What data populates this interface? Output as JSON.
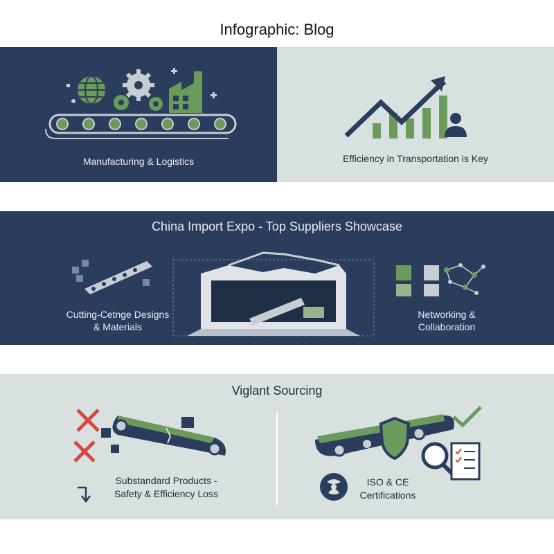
{
  "title": "Infographic: Blog",
  "top": {
    "left_label": "Manufacturing & Logistics",
    "right_label": "Efficiency in Transportation is Key"
  },
  "middle": {
    "title": "China Import Expo - Top Suppliers Showcase",
    "left_label_line1": "Cutting-Cetnge Designs",
    "left_label_line2": "& Materials",
    "right_label_line1": "Networking &",
    "right_label_line2": "Collaboration"
  },
  "bottom": {
    "title": "Viglant Sourcing",
    "left_label_line1": "Substandard Products -",
    "left_label_line2": "Safety & Efficiency Loss",
    "right_label_line1": "ISO & CE",
    "right_label_line2": "Certifications"
  },
  "colors": {
    "navy": "#2b3d5c",
    "light": "#d9e1e0",
    "green": "#6b9a5c",
    "red": "#d9453f"
  },
  "icons": [
    "globe-icon",
    "gear-icon",
    "factory-icon",
    "conveyor-belt-icon",
    "growth-arrow-icon",
    "bar-chart-icon",
    "person-icon",
    "expo-building-icon",
    "network-icon",
    "cross-icon",
    "shield-icon",
    "magnifier-icon",
    "checklist-icon",
    "checkmark-icon",
    "logo-swirl-icon",
    "down-arrow-icon"
  ]
}
